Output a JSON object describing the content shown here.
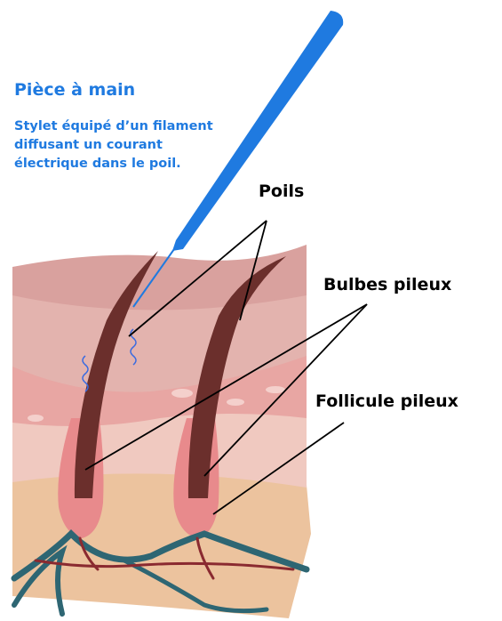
{
  "handpiece": {
    "title": "Pièce à main",
    "description": "Stylet équipé d’un filament diffusant un courant électrique dans le poil."
  },
  "labels": {
    "hairs": "Poils",
    "bulbs": "Bulbes pileux",
    "follicle": "Follicule pileux"
  },
  "colors": {
    "accent": "#1f7ae0",
    "skin_top": "#d99f9c",
    "skin_mid": "#e8b8b2",
    "dermis": "#f0c9c0",
    "hypodermis": "#ecc39e",
    "hair": "#6b2f2c",
    "bulb": "#e9b98a",
    "vessel": "#2e6673"
  }
}
